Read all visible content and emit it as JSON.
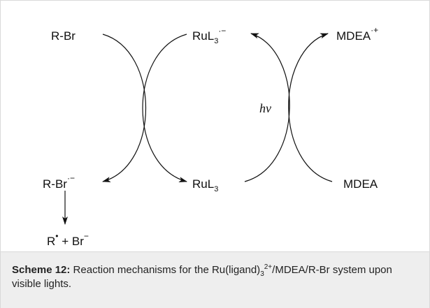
{
  "species": {
    "rbr": "R-Br",
    "rul3_radical": {
      "base": "RuL",
      "sub": "3",
      "sup": "·−"
    },
    "mdea_radical": {
      "base": "MDEA",
      "sup": "·+"
    },
    "hv": "hν",
    "rbr_radical": {
      "base": "R-Br",
      "sup": "·−"
    },
    "rul3": {
      "base": "RuL",
      "sub": "3"
    },
    "mdea": "MDEA",
    "products": {
      "r": "R",
      "dot": "•",
      "plus_br": " + Br",
      "minus": "−"
    }
  },
  "caption": {
    "label": "Scheme 12:",
    "text_before": " Reaction mechanisms for the Ru(ligand)",
    "sub": "3",
    "sup": "2+",
    "text_after": "/MDEA/R-Br system upon visible lights."
  }
}
